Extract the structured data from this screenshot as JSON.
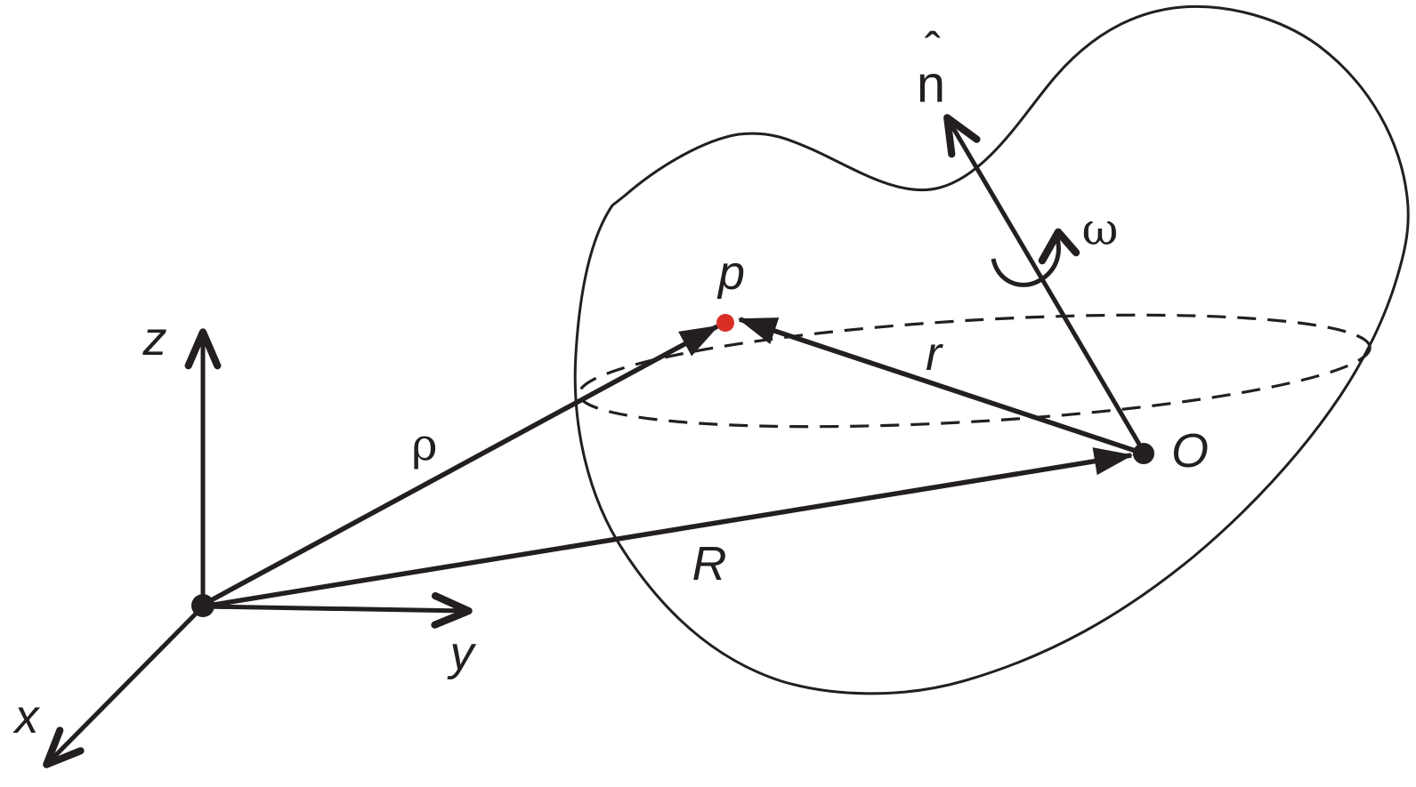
{
  "colors": {
    "background": "#ffffff",
    "body_fill": "#e3e3e1",
    "line": "#231f20",
    "accent_red": "#da2f26"
  },
  "labels": {
    "axis_z": "z",
    "axis_y": "y",
    "axis_x": "x",
    "vector_rho": "ρ",
    "vector_R": "R",
    "vector_r": "r",
    "point_p": "p",
    "origin_O": "O",
    "normal_n": "n",
    "normal_hat": "ˆ",
    "angular_velocity": "ω"
  }
}
